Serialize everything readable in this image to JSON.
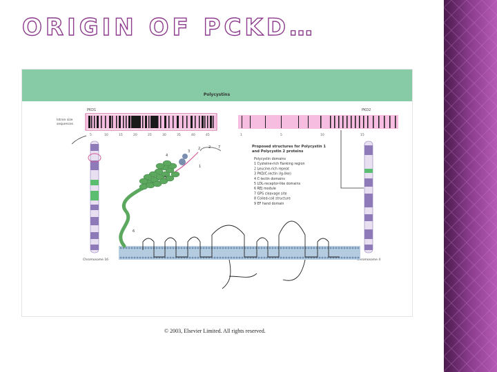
{
  "slide": {
    "title": "ORIGIN OF PCKD…"
  },
  "figure": {
    "header": "Polycystins",
    "pkd1_label": "PKD1",
    "pkd2_label": "PKD2",
    "intron_label_1": "Intron size",
    "intron_label_2": "sequences",
    "exon_numbers_pkd1": [
      "5",
      "10",
      "15",
      "20",
      "25",
      "30",
      "35",
      "40",
      "45"
    ],
    "exon_numbers_pkd2": [
      "1",
      "5",
      "10",
      "15"
    ],
    "structure_title_1": "Proposed structures for Polycystin 1",
    "structure_title_2": "and Polycystin 2 proteins",
    "legend_items": [
      "Polycystin domains",
      "1  Cysteine-rich flanking region",
      "2  Leucine-rich repeat",
      "3  PKD/C-lectin (Ig-like)",
      "4  C-lectin domains",
      "5  LDL-receptor-like domains",
      "6  REJ module",
      "7  GPS cleavage site",
      "8  Coiled-coil structure",
      "9  EF hand domain"
    ],
    "chromosome_left": "Chromosome 16",
    "chromosome_right": "Chromosome 4",
    "copyright": "© 2003, Elsevier Limited. All rights reserved.",
    "colors": {
      "header_band": "#87cba6",
      "gene_band": "#f7bde0",
      "chromosome_purple": "#8e7ab8",
      "chromosome_green": "#5bbd6f",
      "membrane": "#b5cbe0",
      "protein_green": "#5ca85f",
      "slide_title": "#8d3a8d",
      "right_band": "#6a2a6a"
    }
  }
}
